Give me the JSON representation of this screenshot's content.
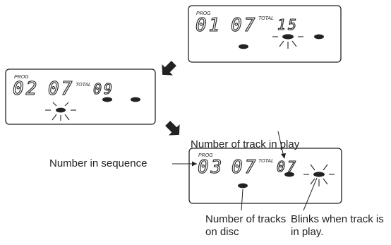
{
  "panels": [
    {
      "id": "panel-1",
      "prog_label": "PROG",
      "prog_number": "01",
      "track_number": "07",
      "total_label": "TOTAL",
      "total_number": "15",
      "blinking_indicator": "total"
    },
    {
      "id": "panel-2",
      "prog_label": "PROG",
      "prog_number": "02",
      "track_number": "07",
      "total_label": "TOTAL",
      "total_number": "09",
      "blinking_indicator": "prog"
    },
    {
      "id": "panel-3",
      "prog_label": "PROG",
      "prog_number": "03",
      "track_number": "07",
      "total_label": "TOTAL",
      "total_number": "07",
      "blinking_indicator": "total"
    }
  ],
  "callouts": {
    "number_in_sequence": "Number in sequence",
    "number_of_track_in_play": "Number of track in play",
    "number_of_tracks_on_disc_line1": "Number of tracks",
    "number_of_tracks_on_disc_line2": "on disc",
    "blinks_when_track_line1": "Blinks when track is",
    "blinks_when_track_line2": "in play."
  },
  "arrow_icon": "fat-arrow-icon",
  "colors": {
    "ink": "#222222",
    "background": "#ffffff"
  }
}
